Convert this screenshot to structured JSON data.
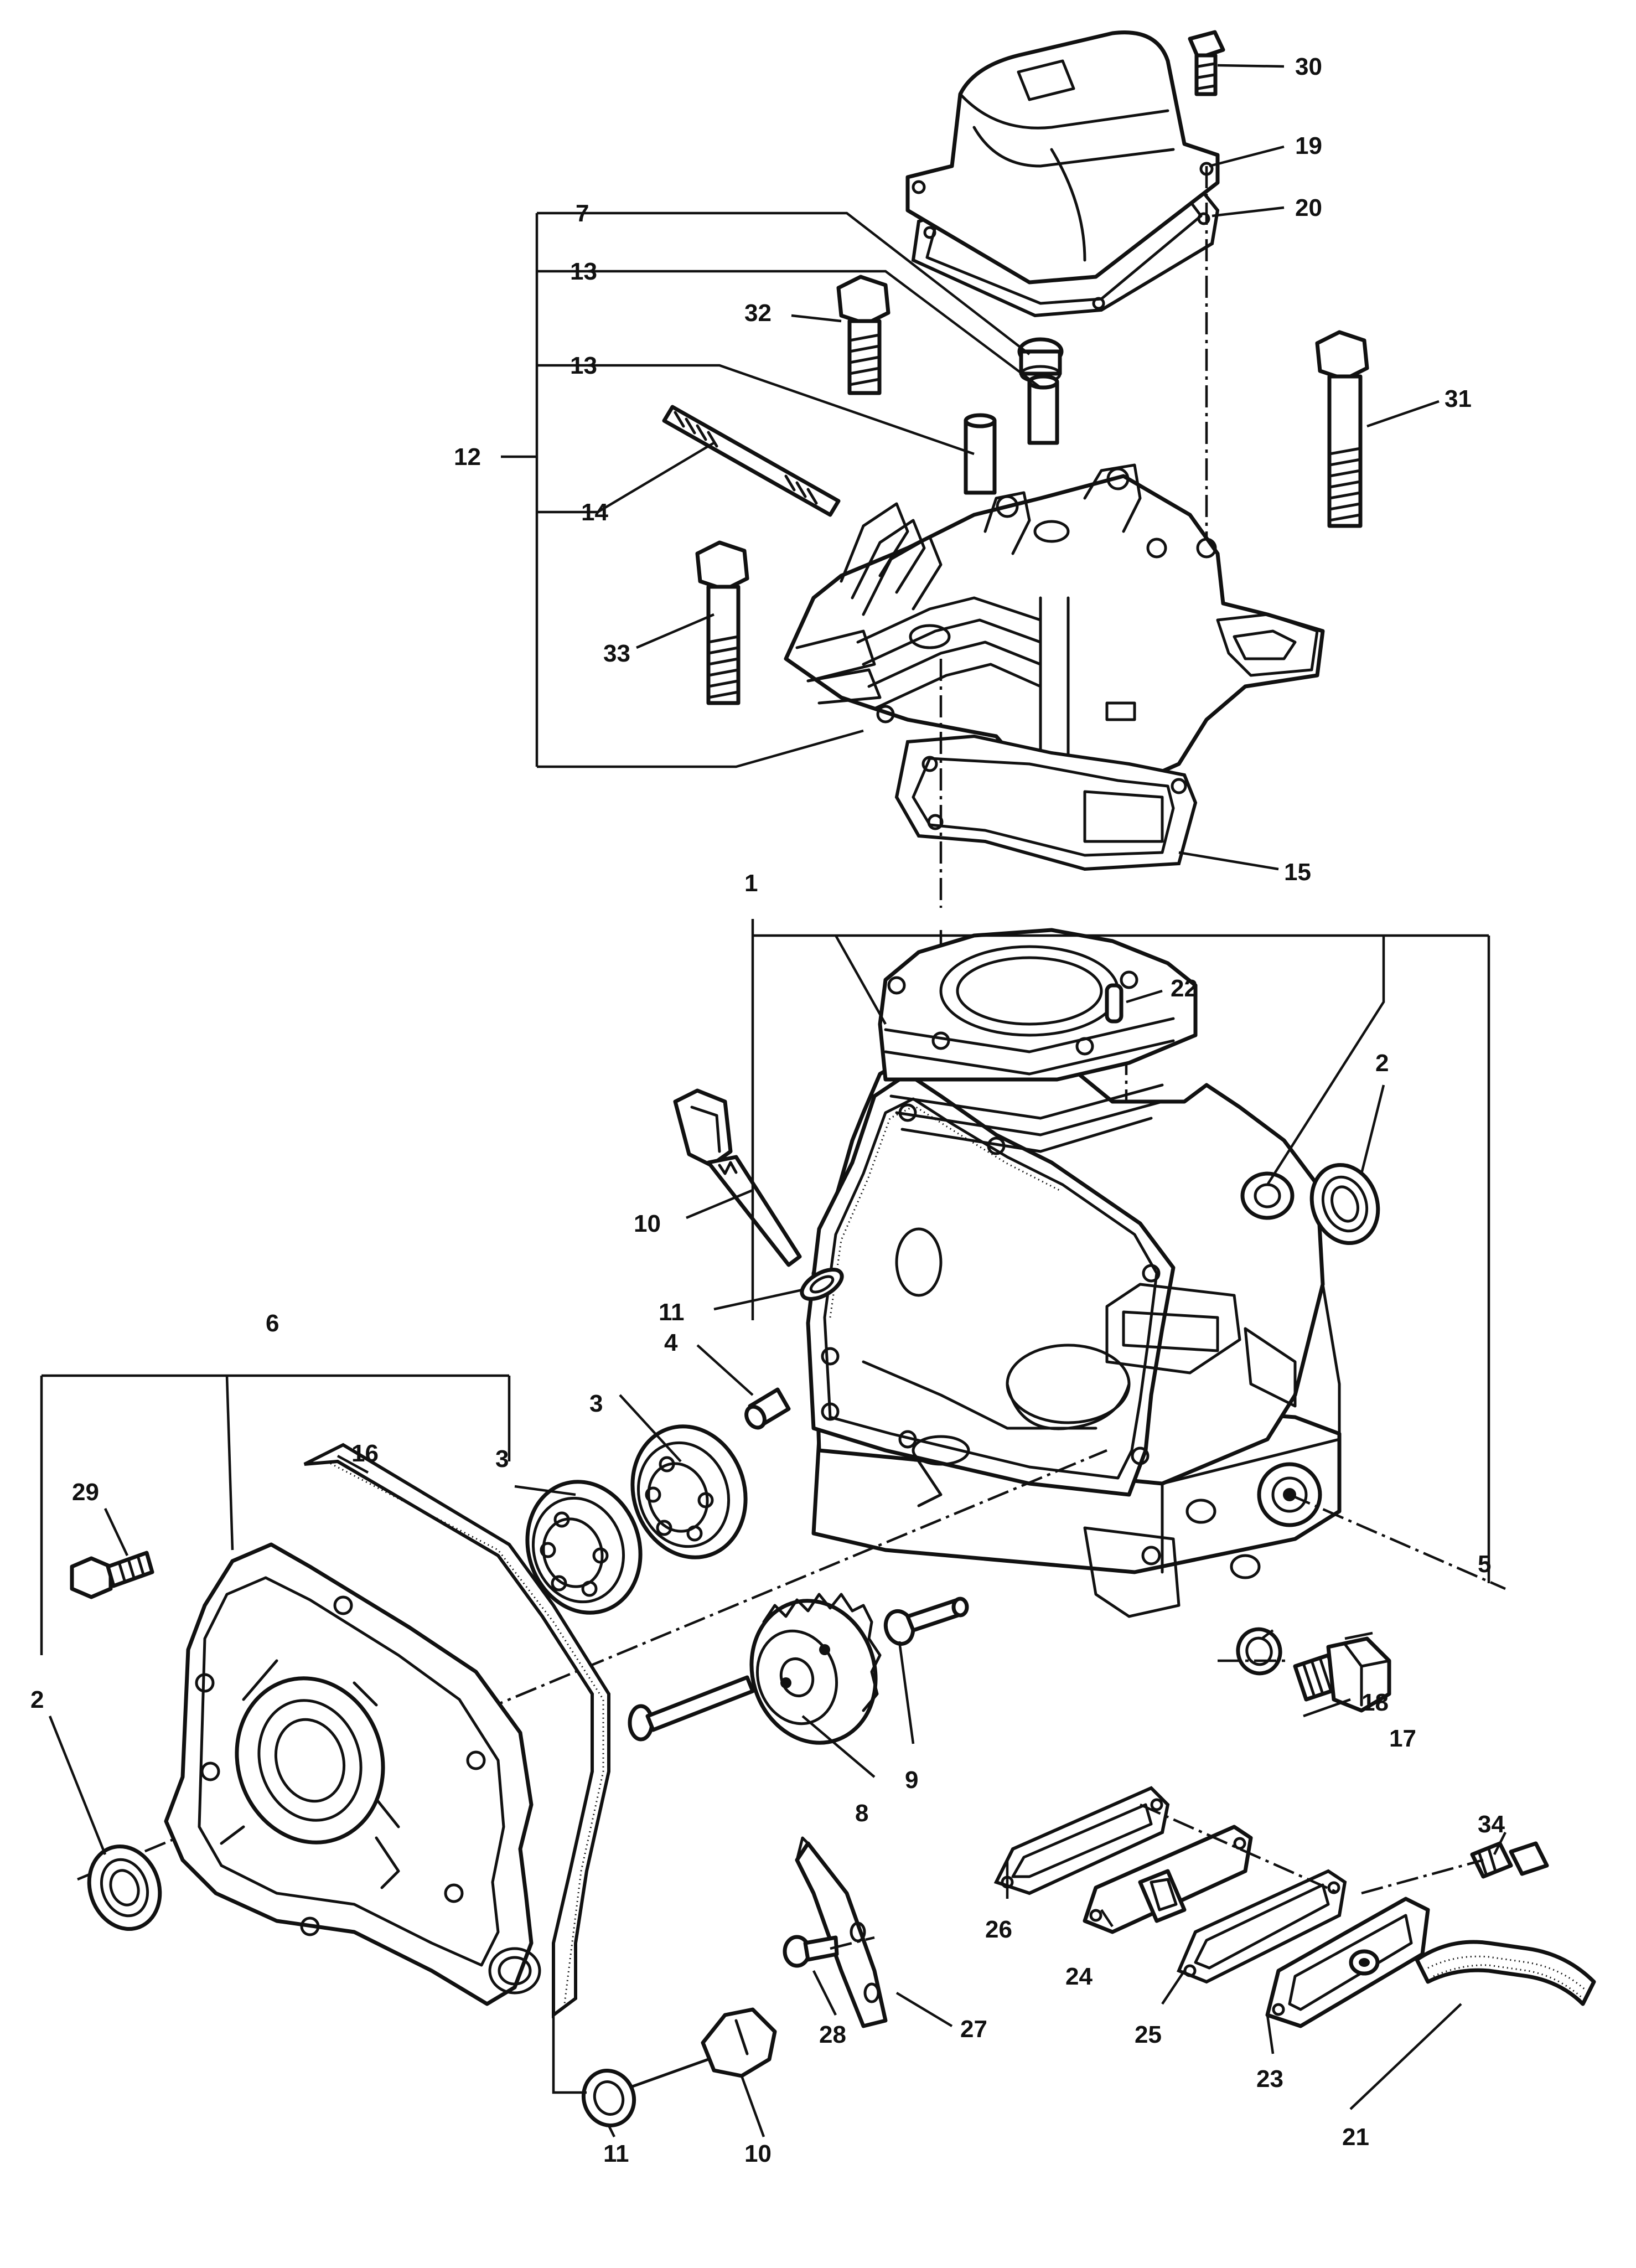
{
  "callouts": {
    "c30": "30",
    "c19": "19",
    "c20": "20",
    "c7": "7",
    "c13a": "13",
    "c13b": "13",
    "c32": "32",
    "c31": "31",
    "c12": "12",
    "c14": "14",
    "c33": "33",
    "c15": "15",
    "c1": "1",
    "c22": "22",
    "c2a": "2",
    "c10a": "10",
    "c11a": "11",
    "c4": "4",
    "c3a": "3",
    "c6": "6",
    "c16": "16",
    "c3b": "3",
    "c29": "29",
    "c5": "5",
    "c2b": "2",
    "c18": "18",
    "c17": "17",
    "c9": "9",
    "c8": "8",
    "c34": "34",
    "c26": "26",
    "c24": "24",
    "c27": "27",
    "c25": "25",
    "c28": "28",
    "c23": "23",
    "c11b": "11",
    "c10b": "10",
    "c21": "21"
  },
  "colors": {
    "ink": "#111111",
    "paper": "#ffffff"
  }
}
